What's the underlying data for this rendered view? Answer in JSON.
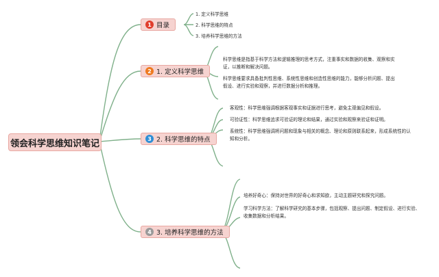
{
  "root": {
    "title": "领会科学思维知识笔记"
  },
  "branches": [
    {
      "num": "1",
      "label": "目录",
      "color": "#e03e2d"
    },
    {
      "num": "2",
      "label": "1. 定义科学思维",
      "color": "#ee7a20"
    },
    {
      "num": "3",
      "label": "2. 科学思维的特点",
      "color": "#2f8fd6"
    },
    {
      "num": "4",
      "label": "3. 培养科学思维的方法",
      "color": "#9a9a9a"
    }
  ],
  "toc": [
    "1. 定义科学思维",
    "2. 科学思维的特点",
    "3. 培养科学思维的方法"
  ],
  "definition": [
    "科学思维是指基于科学方法和逻辑推理的思考方式，注重事实和数据的收集、观察和实证，以推断和解决问题。",
    "科学思维要求具备批判性思维、系统性思维和创造性思维的能力，能够分析问题、提出假设、进行实验和观察，并进行数据分析和推理。"
  ],
  "features": [
    "客观性：科学思维强调根据客观事实和证据进行思考，避免主观偏见和假设。",
    "可验证性：科学思维追求可验证的理论和结果，通过实验和观察来验证和证明。",
    "系统性：科学思维强调将问题和现象与相关的概念、理论和原则联系起来，形成系统性的认知和分析。"
  ],
  "methods": [
    "培养好奇心：保持对世界的好奇心和求知欲，主动主题研究和探究问题。",
    "学习科学方法：了解科学研究的基本步骤，包括观察、提出问题、制定假设、进行实验、收集数据和分析结果。"
  ],
  "colors": {
    "line": "#7fb08a",
    "node_fill": "#f6d3d0",
    "node_border": "#e8a7a1"
  }
}
